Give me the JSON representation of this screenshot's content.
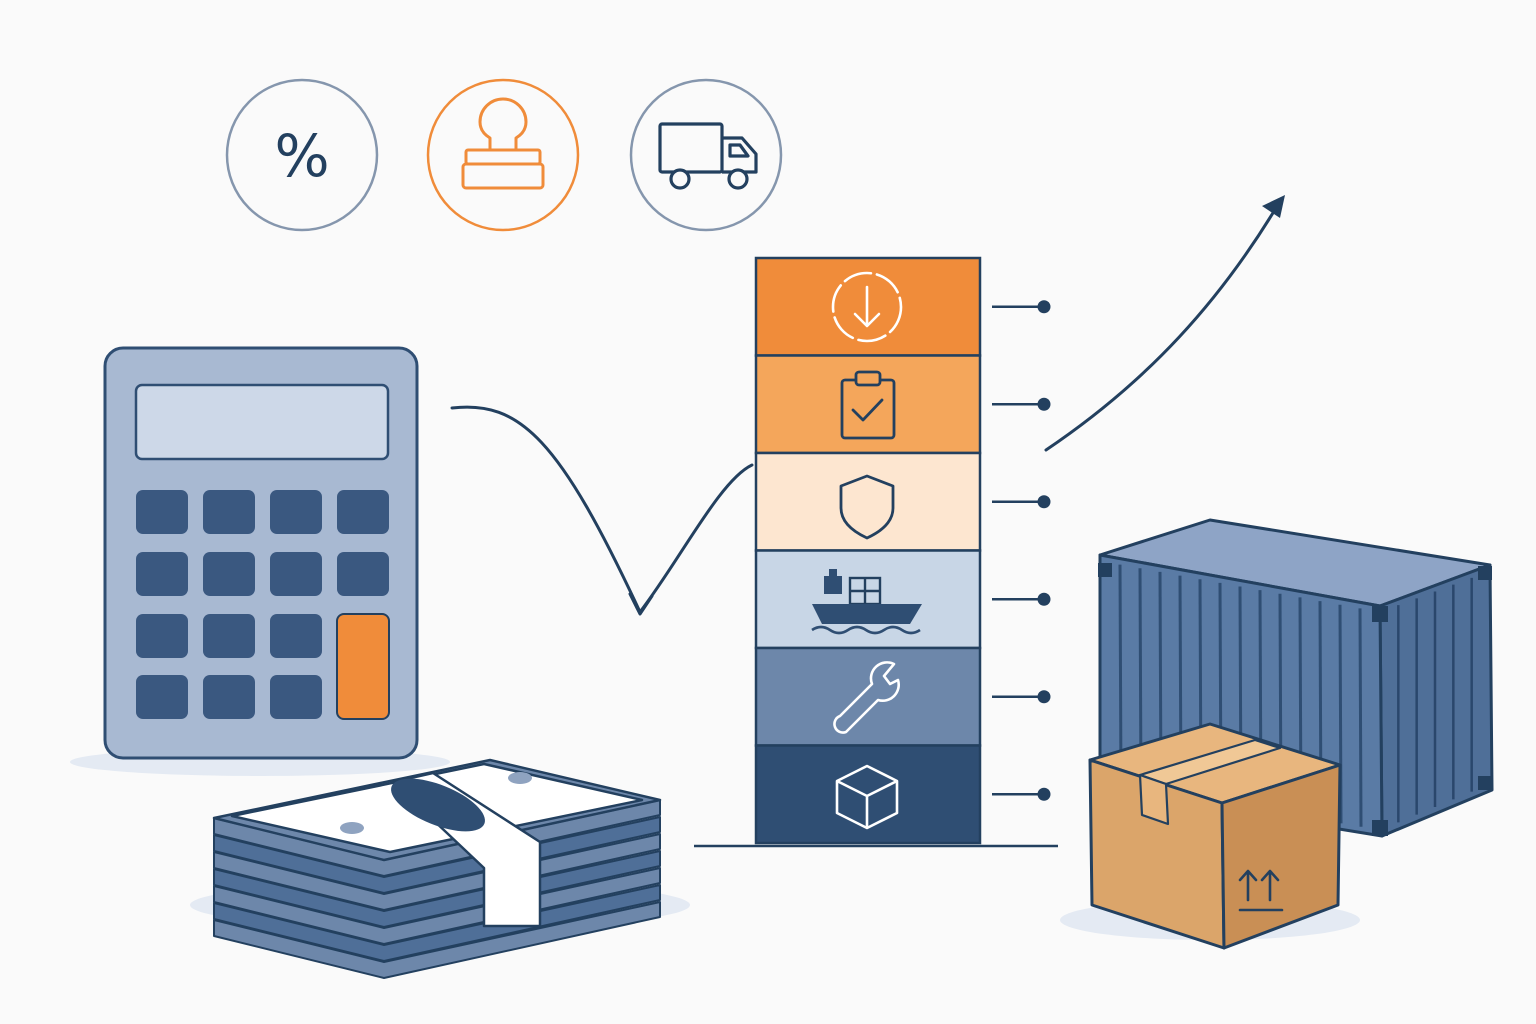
{
  "colors": {
    "background": "#fafafa",
    "navy": "#2f4e73",
    "navy_line": "#23405f",
    "slate_blue": "#6d87aa",
    "light_blue": "#c8d6e6",
    "calculator_body": "#a8b9d2",
    "calculator_screen": "#cdd8e8",
    "key": "#3a5880",
    "orange": "#f08c3a",
    "orange_light": "#f4a65b",
    "peach": "#fde6d0",
    "grey_circle": "#8596ad",
    "cardboard": "#dba56a",
    "cardboard_side": "#c98f55",
    "shadow": "#e4eaf3"
  },
  "top_icons": [
    {
      "name": "percent-icon",
      "glyph": "%",
      "ring": "grey"
    },
    {
      "name": "rubber-stamp-icon",
      "ring": "orange"
    },
    {
      "name": "delivery-truck-icon",
      "ring": "grey"
    }
  ],
  "cost_stack": [
    {
      "name": "download-icon",
      "fill": "#f08c3a"
    },
    {
      "name": "clipboard-check-icon",
      "fill": "#f4a65b"
    },
    {
      "name": "shield-icon",
      "fill": "#fde6d0"
    },
    {
      "name": "cargo-ship-icon",
      "fill": "#c8d6e6"
    },
    {
      "name": "wrench-icon",
      "fill": "#6d87aa"
    },
    {
      "name": "cube-icon",
      "fill": "#2f4e73"
    }
  ],
  "illustrations": {
    "calculator": "calculator-icon",
    "cash": "cash-stack-icon",
    "container": "shipping-container-icon",
    "box": "cardboard-box-icon",
    "box_symbol": "this-way-up-arrows-icon"
  }
}
